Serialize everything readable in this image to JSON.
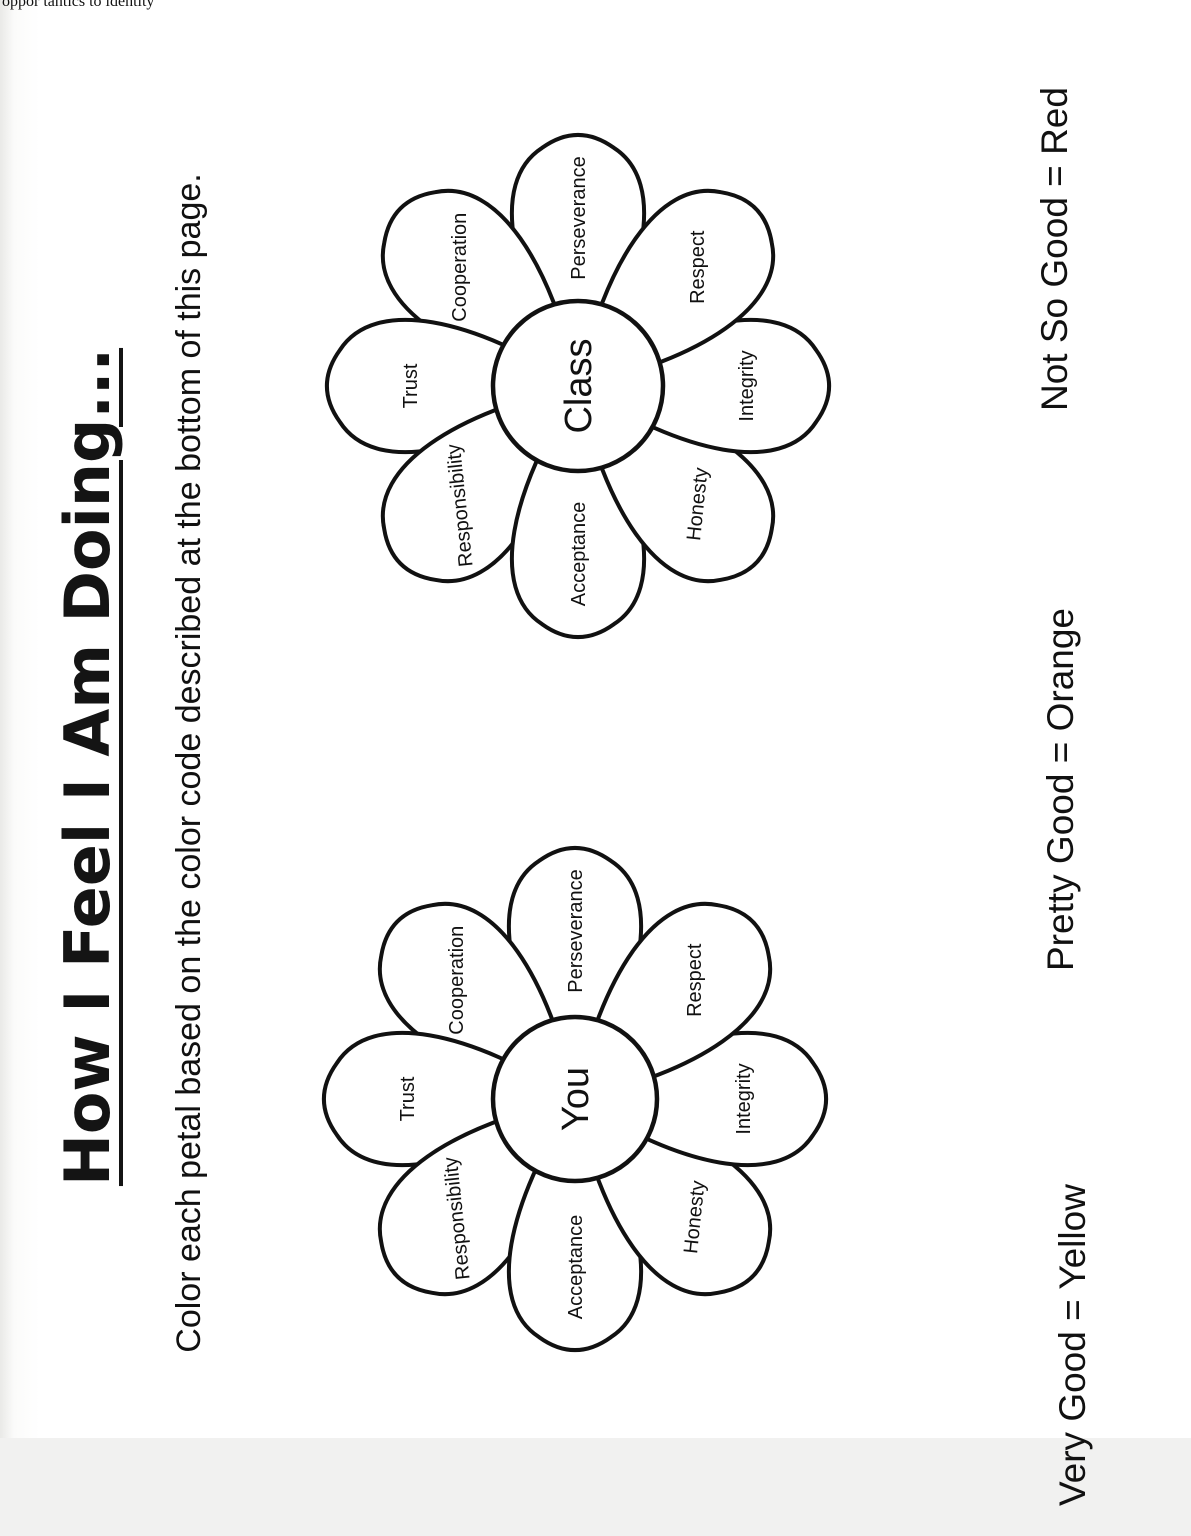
{
  "top_snippet": "oppor tantics to identity",
  "title": "How I Feel I Am Doing...",
  "instructions": "Color each petal based on the color code described at the bottom of this page.",
  "flowers": [
    {
      "center": "You",
      "petals": [
        "Perseverance",
        "Cooperation",
        "Trust",
        "Responsibility",
        "Acceptance",
        "Honesty",
        "Integrity",
        "Respect"
      ]
    },
    {
      "center": "Class",
      "petals": [
        "Perseverance",
        "Cooperation",
        "Trust",
        "Responsibility",
        "Acceptance",
        "Honesty",
        "Integrity",
        "Respect"
      ]
    }
  ],
  "legend": {
    "very_good": "Very Good = Yellow",
    "pretty_good": "Pretty Good = Orange",
    "not_so_good": "Not So Good = Red"
  }
}
